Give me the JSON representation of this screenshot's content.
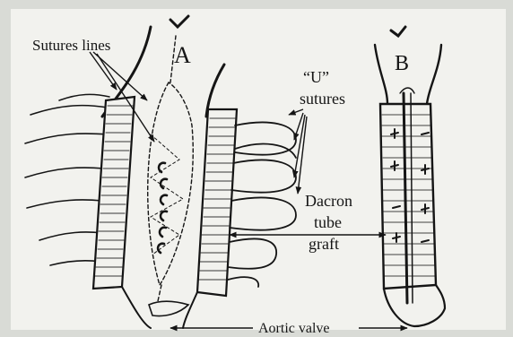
{
  "figure": {
    "panel_a": "A",
    "panel_b": "B",
    "labels": {
      "sutures_lines": "Sutures lines",
      "u_sutures_line1": "“U”",
      "u_sutures_line2": "sutures",
      "dacron_line1": "Dacron",
      "dacron_line2": "tube",
      "dacron_line3": "graft",
      "aortic_valve": "Aortic valve"
    },
    "colors": {
      "paper": "#f2f2ee",
      "ink": "#151515",
      "frame": "#d9dbd6"
    }
  }
}
